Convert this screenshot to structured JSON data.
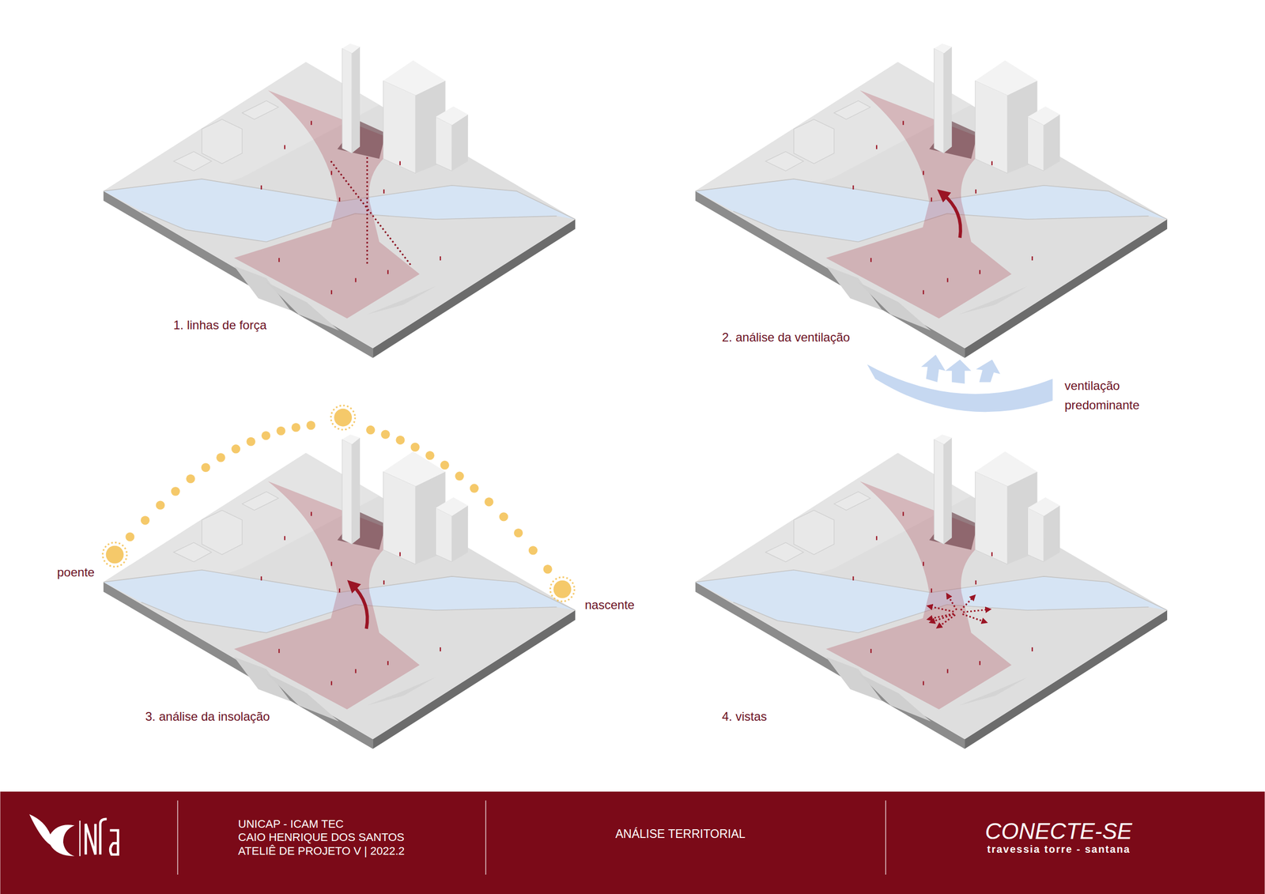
{
  "diagram": {
    "labels": [
      "1. linhas de força",
      "2. análise da ventilação",
      "ventilação predominante",
      "poente",
      "nascente",
      "3. análise da insolação",
      "4. vistas",
      "UNICAP - ICAM TEC",
      "CAIO HENRIQUE DOS SANTOS",
      "ATELIÊ DE PROJETO V | 2022.2",
      "ANÁLISE TERRITORIAL",
      "CONECTE-SE",
      "travessia torre - santana"
    ]
  }
}
